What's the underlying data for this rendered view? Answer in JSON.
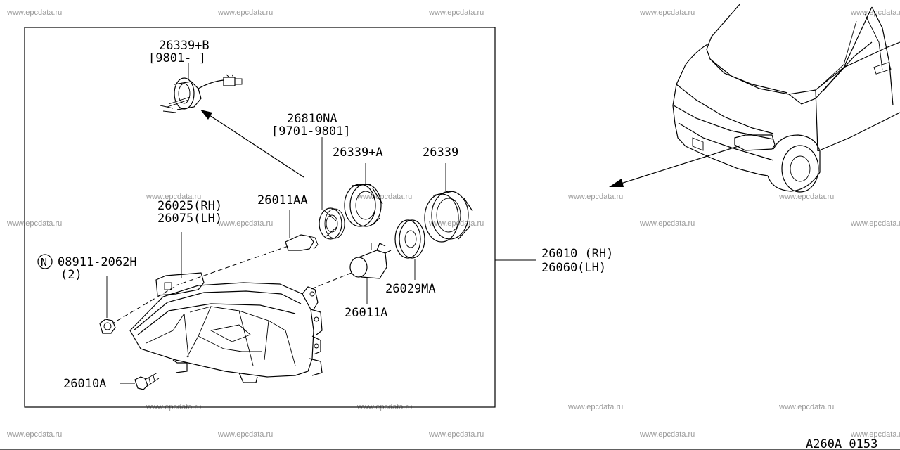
{
  "watermark": "www.epcdata.ru",
  "diagram_code": "A260A 0153",
  "callouts": {
    "rear_socket": [
      "26339+B",
      "[9801-    ]"
    ],
    "bulb_socket": [
      "26810NA",
      "[9701-9801]"
    ],
    "cap_a": "26339+A",
    "cap": "26339",
    "housing": [
      "26025(RH)",
      "26075(LH)"
    ],
    "small_bulb": "26011AA",
    "nut": [
      "08911-2062H",
      "(2)"
    ],
    "nut_symbol": "N",
    "main_bulb": "26011A",
    "seal": "26029MA",
    "assembly": [
      "26010 (RH)",
      "26060(LH)"
    ],
    "screw": "26010A"
  },
  "icons": {
    "nut_symbol": "circle-n-icon"
  }
}
